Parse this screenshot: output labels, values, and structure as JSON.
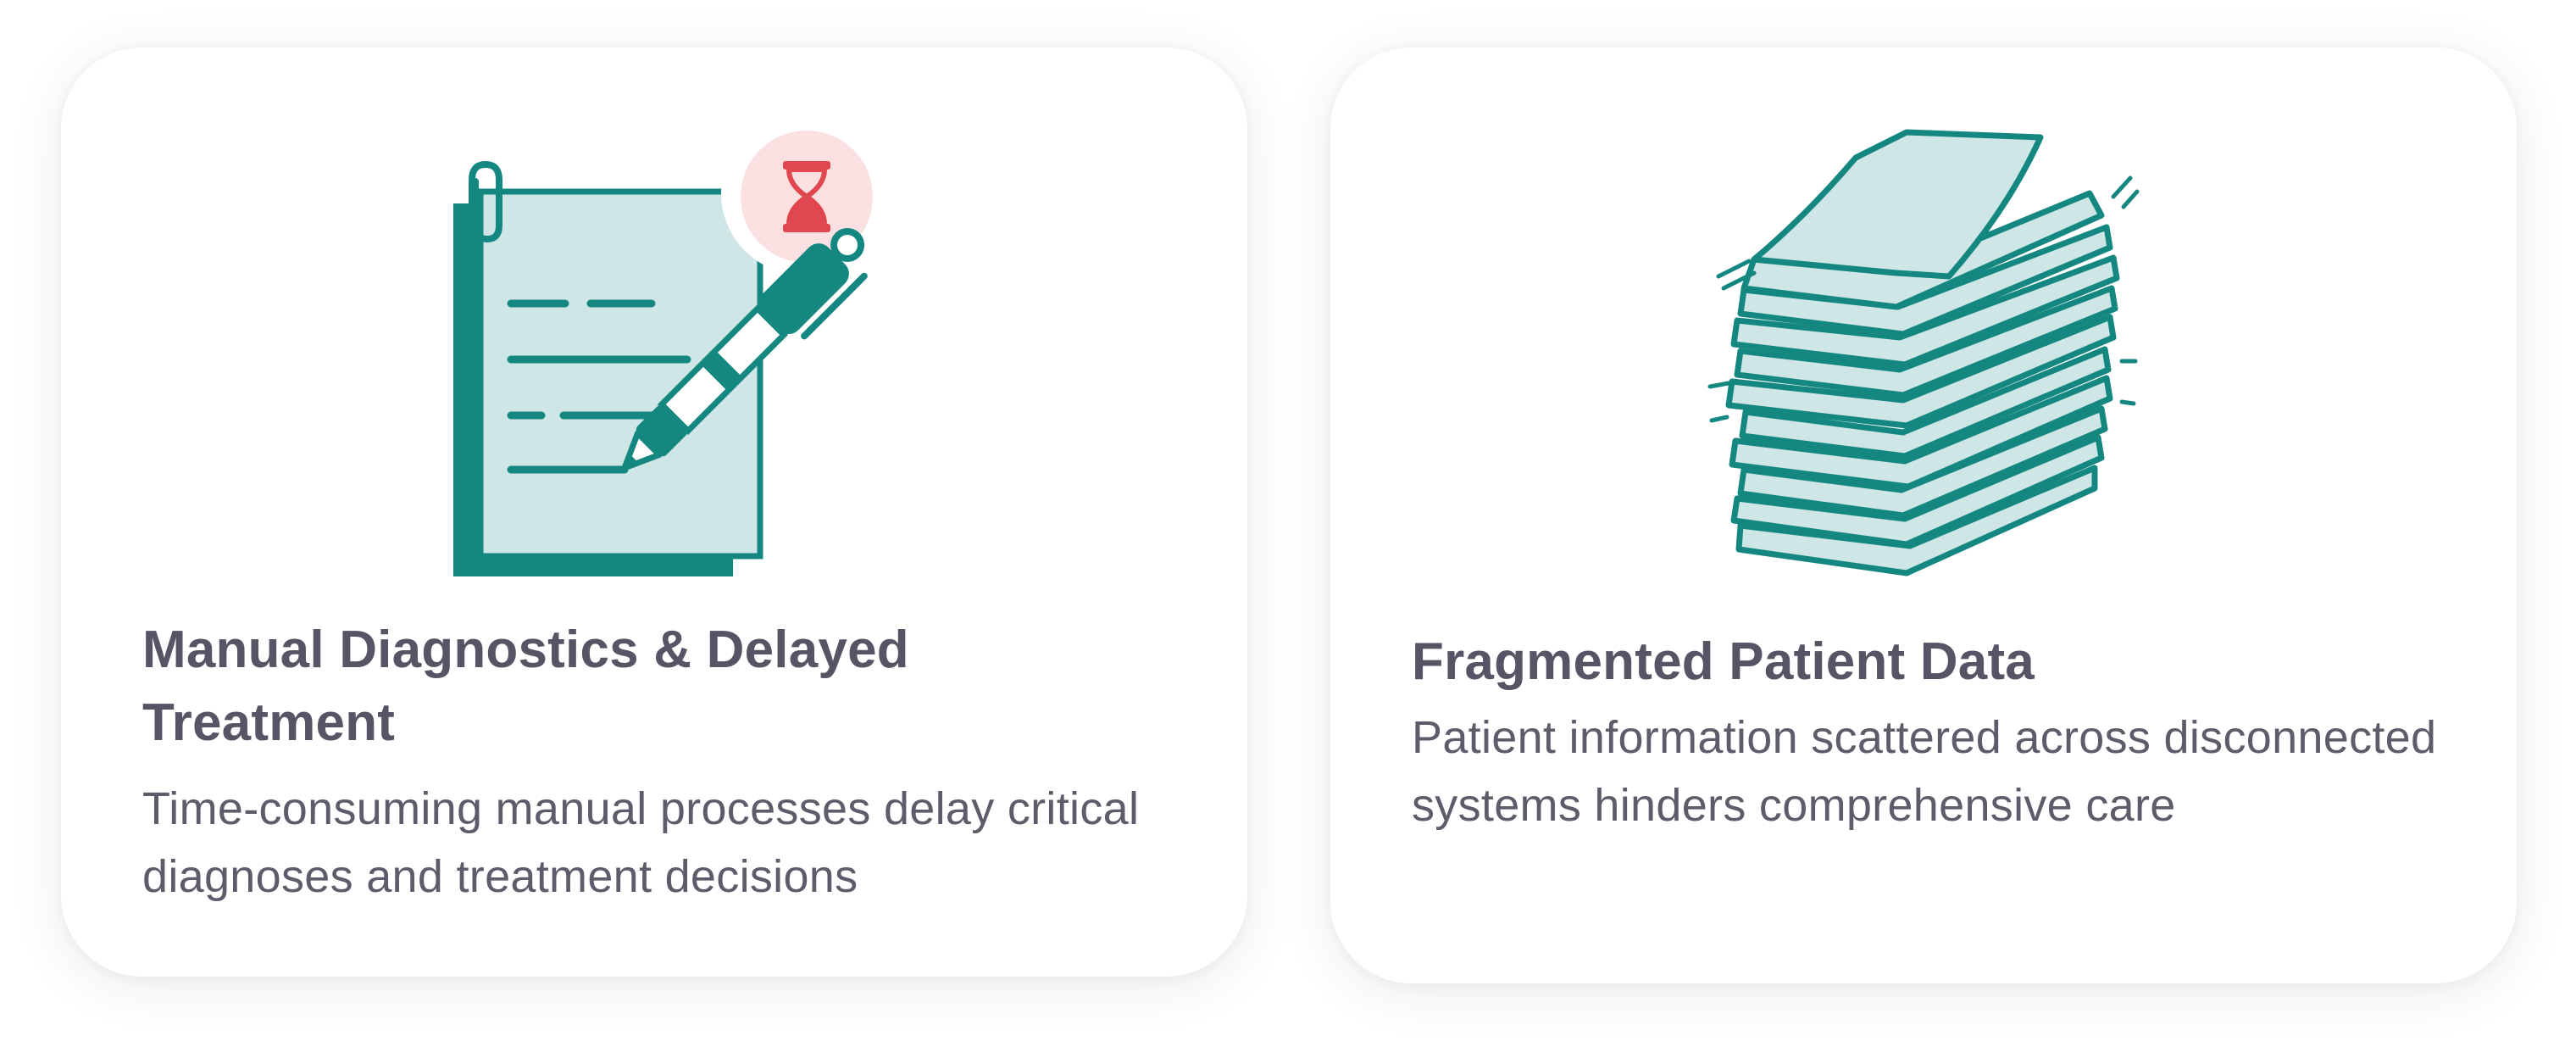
{
  "cards": [
    {
      "title": "Manual Diagnostics & Delayed Treatment",
      "description": "Time-consuming manual processes delay critical diagnoses and treatment decisions",
      "illustration_icon": "clipboard-pen-hourglass-icon"
    },
    {
      "title": "Fragmented Patient Data",
      "description": "Patient information scattered across disconnected systems hinders comprehensive care",
      "illustration_icon": "paper-stack-icon"
    }
  ],
  "colors": {
    "teal": "#158781",
    "teal_light": "#cfe6e6",
    "alert_bg": "#fbe0e2",
    "alert_red": "#e0474f",
    "text": "#575465"
  }
}
